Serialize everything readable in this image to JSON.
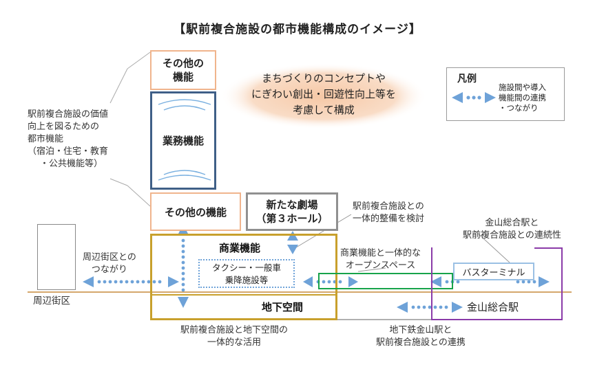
{
  "title": "【駅前複合施設の都市機能構成のイメージ】",
  "concept": [
    "まちづくりのコンセプトや",
    "にぎわい創出・回遊性向上等を",
    "考慮して構成"
  ],
  "legend": {
    "title": "凡例",
    "description": [
      "施設間や導入",
      "機能間の連携",
      "・つながり"
    ]
  },
  "left_note": [
    "駅前複合施設の価値",
    "向上を図るための",
    "都市機能",
    "（宿泊・住宅・教育",
    "・公共機能等）"
  ],
  "boxes": {
    "other_top": [
      "その他の",
      "機能"
    ],
    "business": "業務機能",
    "other_mid": "その他の機能",
    "theater": [
      "新たな劇場",
      "（第３ホール）"
    ],
    "commercial": "商業機能",
    "taxi": [
      "タクシー・一般車",
      "乗降施設等"
    ],
    "underground": "地下空間",
    "bus": "バスターミナル",
    "station": "金山総合駅"
  },
  "annotations": {
    "theater_note": [
      "駅前複合施設との",
      "一体的整備を検討"
    ],
    "station_note": [
      "金山総合駅と",
      "駅前複合施設との連続性"
    ],
    "open_space": [
      "商業機能と一体的な",
      "オープンスペース"
    ],
    "surrounding_link": [
      "周辺街区との",
      "つながり"
    ],
    "surrounding": "周辺街区",
    "underground_use": [
      "駅前複合施設と地下空間の",
      "一体的な活用"
    ],
    "subway_link": [
      "地下鉄金山駅と",
      "駅前複合施設との連携"
    ]
  },
  "colors": {
    "orange": "#f0b48c",
    "navy": "#3f5f87",
    "gold": "#c8a02c",
    "gray": "#909090",
    "blue": "#6ea2d8",
    "green": "#17a34a",
    "purple": "#8a3aa8",
    "ground": "#c68a3a"
  }
}
